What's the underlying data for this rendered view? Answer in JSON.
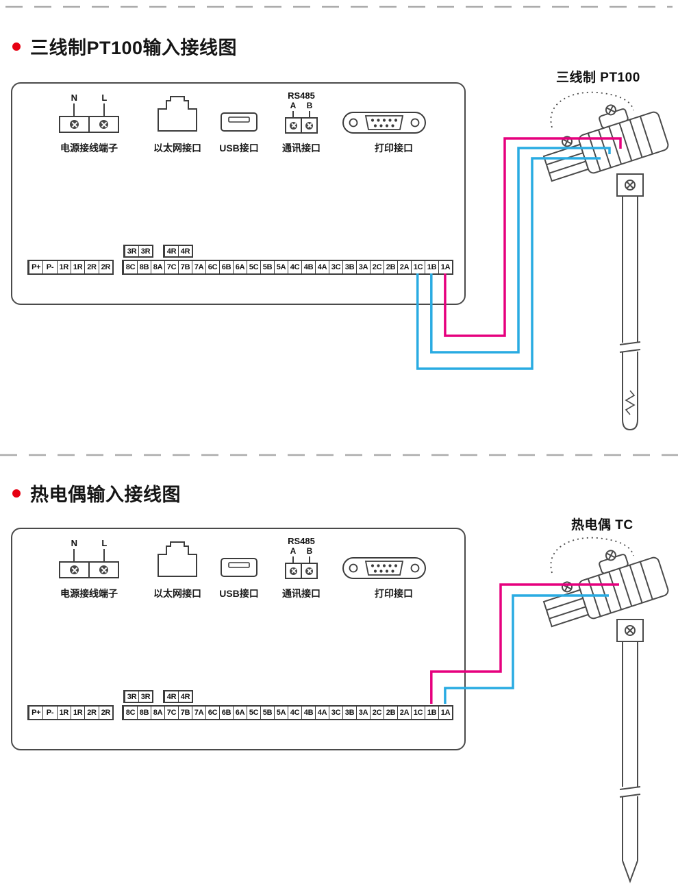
{
  "colors": {
    "magenta": "#e6007e",
    "cyan": "#29abe2",
    "bullet": "#e60012",
    "line": "#4a4a4a"
  },
  "sections": [
    {
      "title": "三线制PT100输入接线图",
      "sensor_label": "三线制 PT100"
    },
    {
      "title": "热电偶输入接线图",
      "sensor_label": "热电偶 TC"
    }
  ],
  "panel": {
    "power": {
      "n": "N",
      "l": "L",
      "label": "电源接线端子"
    },
    "ethernet": {
      "label": "以太网接口"
    },
    "usb": {
      "label": "USB接口"
    },
    "comm": {
      "title": "RS485",
      "a": "A",
      "b": "B",
      "label": "通讯接口"
    },
    "printer": {
      "label": "打印接口"
    },
    "strip_3r": [
      "3R",
      "3R"
    ],
    "strip_4r": [
      "4R",
      "4R"
    ],
    "strip_left": [
      "P+",
      "P-",
      "1R",
      "1R",
      "2R",
      "2R"
    ],
    "strip_main": [
      "8C",
      "8B",
      "8A",
      "7C",
      "7B",
      "7A",
      "6C",
      "6B",
      "6A",
      "5C",
      "5B",
      "5A",
      "4C",
      "4B",
      "4A",
      "3C",
      "3B",
      "3A",
      "2C",
      "2B",
      "2A",
      "1C",
      "1B",
      "1A"
    ]
  }
}
